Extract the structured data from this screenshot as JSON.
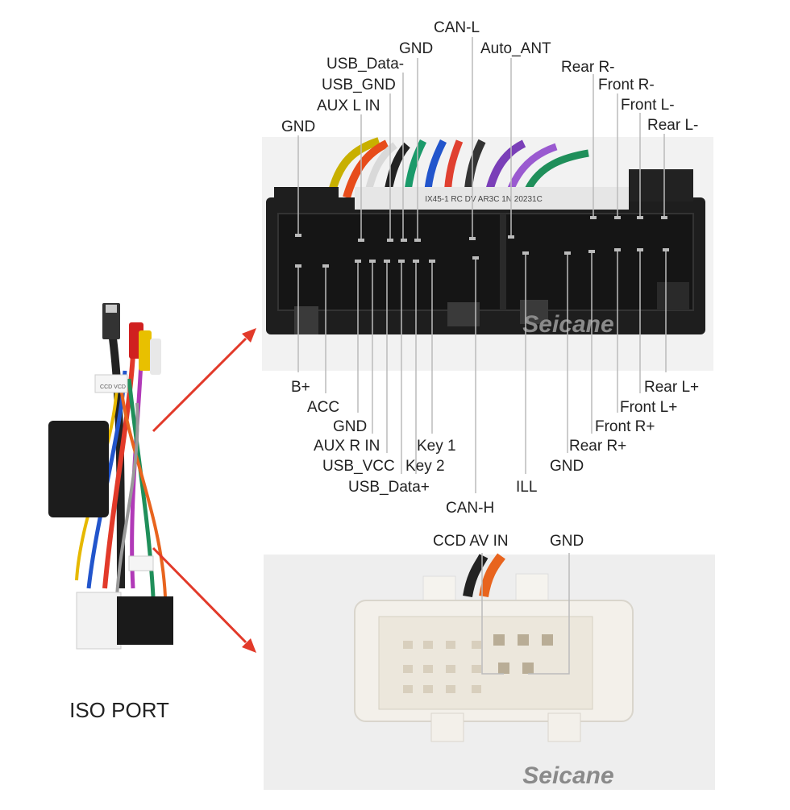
{
  "top_connector": {
    "pins_top": [
      "GND",
      "AUX L IN",
      "USB_GND",
      "USB_Data-",
      "GND",
      "CAN-L",
      "Auto_ANT",
      "Rear R-",
      "Front R-",
      "Front L-",
      "Rear L-"
    ],
    "pins_bottom": [
      "B+",
      "ACC",
      "GND",
      "AUX R IN",
      "USB_VCC",
      "USB_Data+",
      "Key 1",
      "Key 2",
      "CAN-H",
      "ILL",
      "GND",
      "Rear R+",
      "Front R+",
      "Front L+",
      "Rear L+"
    ],
    "sticker_text": "IX45-1 RC  DV AR3C 1N 20231C",
    "watermark": "Seicane"
  },
  "bottom_connector": {
    "pins": [
      "CCD AV IN",
      "GND"
    ],
    "watermark": "Seicane"
  },
  "harness": {
    "caption": "ISO PORT",
    "tag_text": "CCD VCD"
  },
  "colors": {
    "arrow": "#e23a2a",
    "connector_black": "#1e1e1e",
    "connector_white": "#f3f0ea",
    "watermark": "#8a8a8a"
  }
}
